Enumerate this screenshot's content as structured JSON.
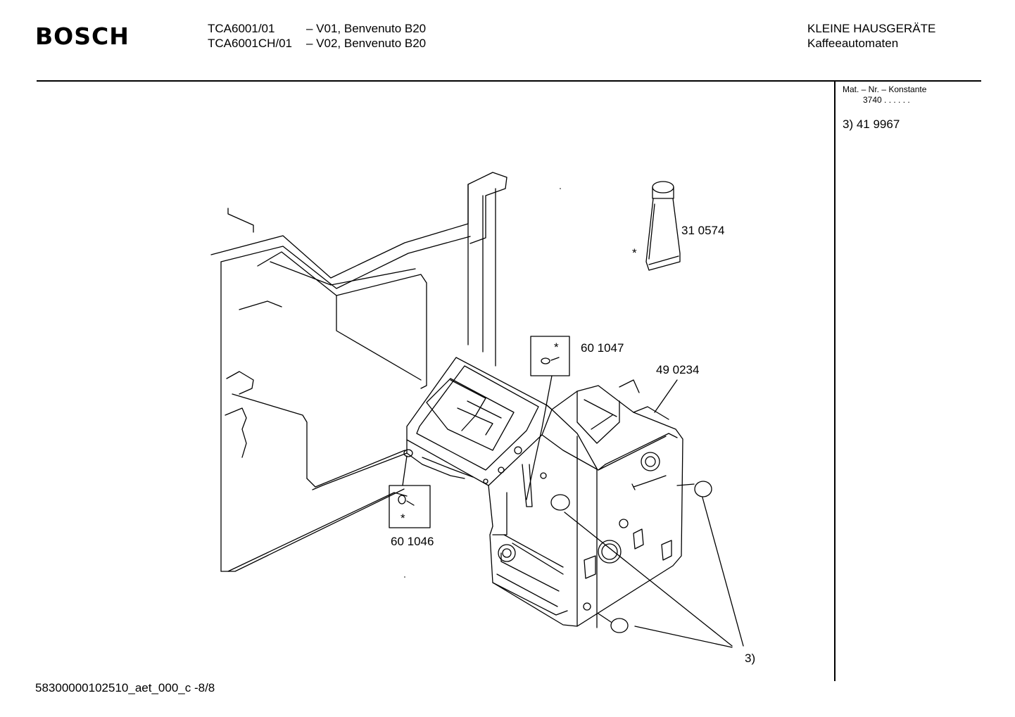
{
  "header": {
    "brand": "BOSCH",
    "models": [
      {
        "model": "TCA6001/01",
        "variant": "– V01, Benvenuto B20"
      },
      {
        "model": "TCA6001CH/01",
        "variant": "– V02, Benvenuto B20"
      }
    ],
    "category": "KLEINE HAUSGERÄTE",
    "subcategory": "Kaffeeautomaten"
  },
  "sidebar": {
    "mat_label": "Mat. – Nr. – Konstante",
    "mat_value": "3740 . .   . . . .",
    "note": "3)  41 9967"
  },
  "diagram": {
    "part_labels": {
      "tube": "31 0574",
      "seal_top": "60 1047",
      "housing": "49 0234",
      "seal_left": "60 1046",
      "caps": "3)"
    },
    "asterisk": "*"
  },
  "footer": {
    "doc_id": "58300000102510_aet_000_c -8/8"
  }
}
